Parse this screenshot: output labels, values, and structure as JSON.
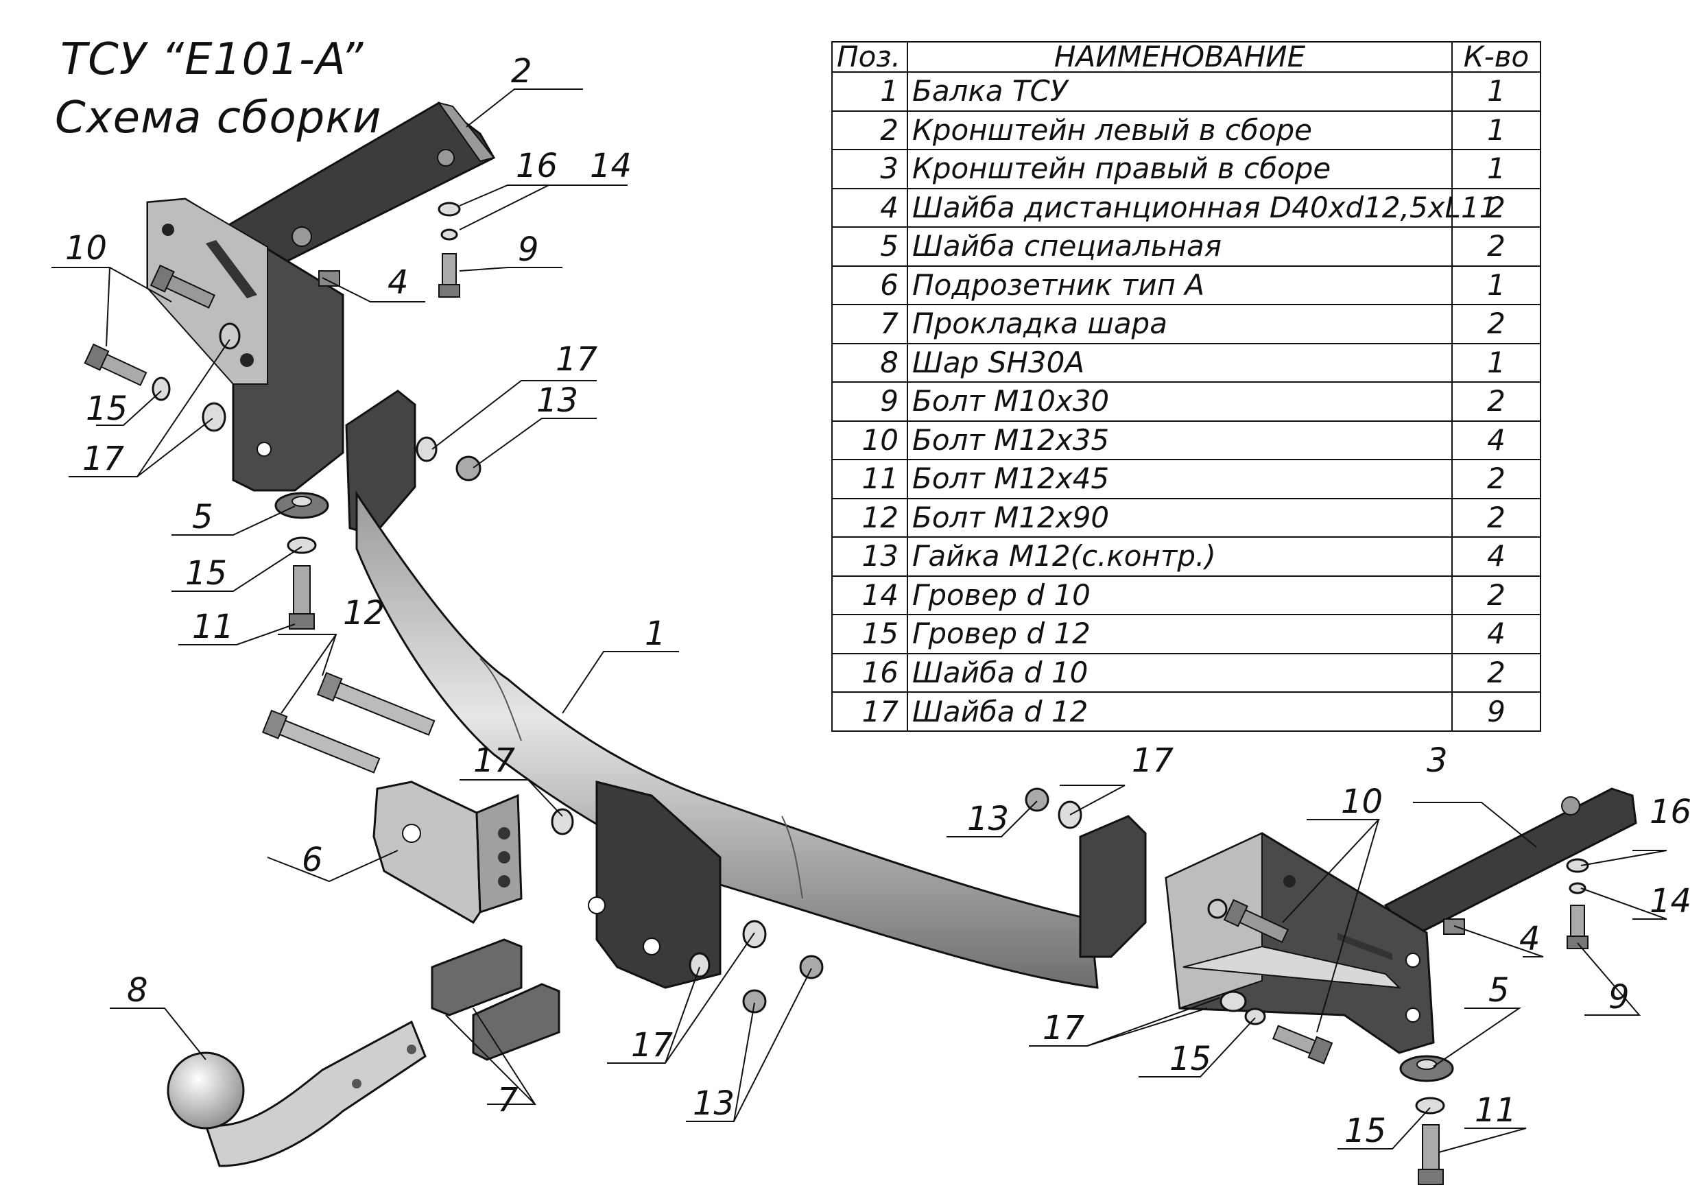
{
  "title": {
    "line1": "ТСУ “E101-A”",
    "line2": "Схема сборки"
  },
  "table": {
    "headers": {
      "pos": "Поз.",
      "name": "НАИМЕНОВАНИЕ",
      "qty": "К-во"
    },
    "rows": [
      {
        "pos": "1",
        "name": "Балка ТСУ",
        "qty": "1"
      },
      {
        "pos": "2",
        "name": "Кронштейн левый в сборе",
        "qty": "1"
      },
      {
        "pos": "3",
        "name": "Кронштейн правый в сборе",
        "qty": "1"
      },
      {
        "pos": "4",
        "name": "Шайба дистанционная D40xd12,5xL11",
        "qty": "2"
      },
      {
        "pos": "5",
        "name": "Шайба специальная",
        "qty": "2"
      },
      {
        "pos": "6",
        "name": "Подрозетник тип А",
        "qty": "1"
      },
      {
        "pos": "7",
        "name": "Прокладка шара",
        "qty": "2"
      },
      {
        "pos": "8",
        "name": "Шар SH30A",
        "qty": "1"
      },
      {
        "pos": "9",
        "name": "Болт М10х30",
        "qty": "2"
      },
      {
        "pos": "10",
        "name": "Болт М12х35",
        "qty": "4"
      },
      {
        "pos": "11",
        "name": "Болт М12х45",
        "qty": "2"
      },
      {
        "pos": "12",
        "name": "Болт М12х90",
        "qty": "2"
      },
      {
        "pos": "13",
        "name": "Гайка М12(с.контр.)",
        "qty": "4"
      },
      {
        "pos": "14",
        "name": "Гровер d 10",
        "qty": "2"
      },
      {
        "pos": "15",
        "name": "Гровер d 12",
        "qty": "4"
      },
      {
        "pos": "16",
        "name": "Шайба d 10",
        "qty": "2"
      },
      {
        "pos": "17",
        "name": "Шайба d 12",
        "qty": "9"
      }
    ]
  },
  "callouts": [
    "2",
    "16",
    "14",
    "10",
    "9",
    "4",
    "15",
    "17",
    "17",
    "13",
    "5",
    "15",
    "11",
    "12",
    "1",
    "17",
    "6",
    "8",
    "7",
    "17",
    "13",
    "13",
    "17",
    "10",
    "3",
    "16",
    "14",
    "4",
    "9",
    "17",
    "15",
    "5",
    "15",
    "11"
  ],
  "colors": {
    "ink": "#111111",
    "steel_dark": "#3c3c3c",
    "steel_mid": "#8a8a8a",
    "steel_light": "#d4d4d4",
    "ball": "#cfcfcf"
  }
}
